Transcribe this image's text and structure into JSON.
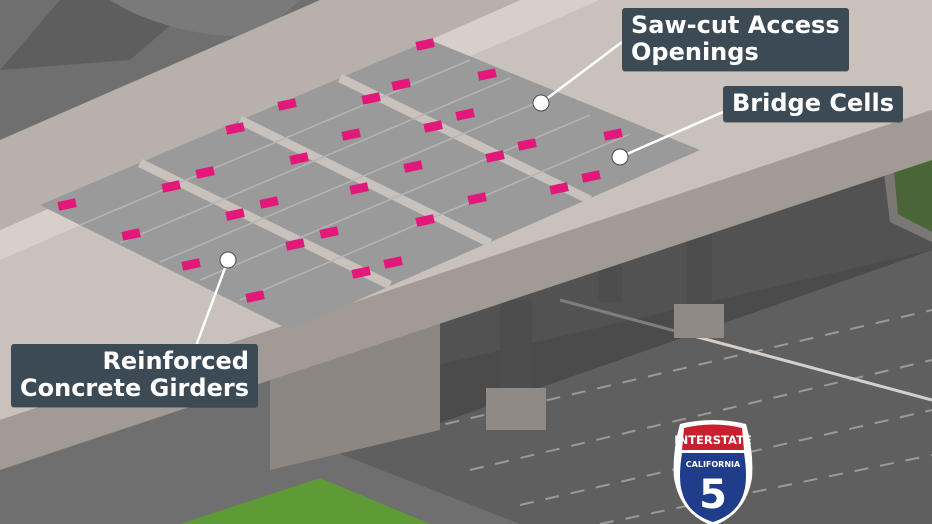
{
  "labels": {
    "saw_cut_access_openings": [
      "Saw-cut Access",
      "Openings"
    ],
    "bridge_cells": [
      "Bridge Cells"
    ],
    "reinforced_concrete_girders": [
      "Reinforced",
      "Concrete Girders"
    ]
  },
  "shield": {
    "top_text": "INTERSTATE",
    "state_text": "CALIFORNIA",
    "route_number": "5"
  },
  "colors": {
    "callout_background": "#3c4a55",
    "access_opening": "#e2197a",
    "deck_concrete": "#c9c1bb",
    "road_surface": "#6f6f6f",
    "grass": "#5e9b36",
    "shield_blue": "#1f3d8a",
    "shield_red": "#c8202f"
  },
  "icons": [
    "callout-pointer-dot-icon",
    "interstate-shield-icon"
  ]
}
